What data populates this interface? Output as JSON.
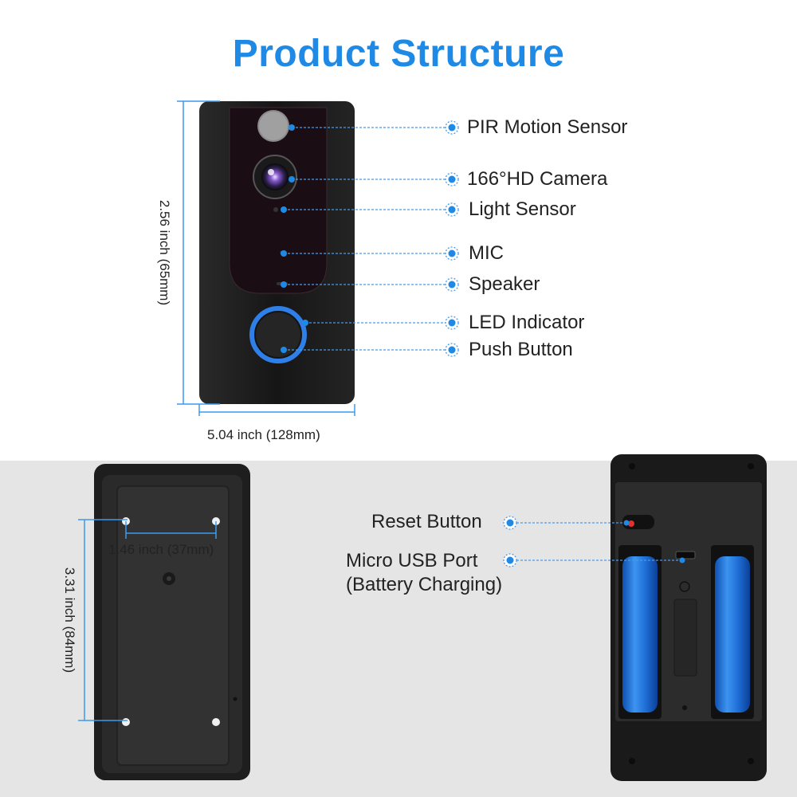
{
  "title": "Product Structure",
  "colors": {
    "accent": "#1f8ae6",
    "device_body": "#1c1c1c",
    "panel_bg": "#e5e5e5",
    "battery": "#1e6fd6"
  },
  "front_callouts": [
    "PIR Motion Sensor",
    "166°HD Camera",
    "Light Sensor",
    "MIC",
    "Speaker",
    "LED Indicator",
    "Push Button"
  ],
  "front_dimensions": {
    "height": "2.56 inch (65mm)",
    "width": "5.04 inch (128mm)"
  },
  "back_dimensions": {
    "hole_spacing": "1.46 inch (37mm)",
    "height": "3.31 inch (84mm)"
  },
  "battery_callouts": {
    "reset": "Reset Button",
    "usb_line1": "Micro USB Port",
    "usb_line2": "(Battery Charging)"
  }
}
